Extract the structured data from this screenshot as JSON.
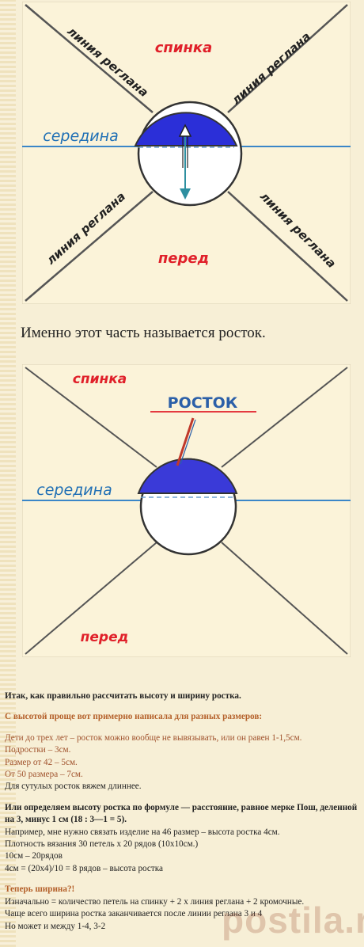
{
  "figure1": {
    "back_label": "спинка",
    "middle_label": "середина",
    "front_label": "перед",
    "raglan_label": "линия реглана"
  },
  "caption": "Именно этот часть называется росток.",
  "figure2": {
    "back_label": "спинка",
    "middle_label": "середина",
    "front_label": "перед",
    "rostok_label": "РОСТОК"
  },
  "article": {
    "intro": "Итак,  как правильно рассчитать высоту и ширину ростка.",
    "height_heading": "С высотой проще вот примерно написала для разных размеров:",
    "height_lines": [
      "Дети до трех лет – росток можно вообще не вывязывать, или он равен 1-1,5см.",
      "Подростки – 3см.",
      "Размер от 42 – 5см.",
      "От 50 размера – 7см."
    ],
    "stoop_note": "Для сутулых росток вяжем длиннее.",
    "formula_bold": "Или определяем высоту ростка по формуле — расстояние, равное мерке Пош, деленной на 3, минус 1 см (18 : 3—1 = 5).",
    "example_lines": [
      "Например, мне нужно связать изделие на 46 размер – высота ростка 4см.",
      "Плотность вязания 30 петель х 20 рядов (10х10см.)",
      "10см – 20рядов",
      "4см = (20х4)/10 = 8 рядов – высота ростка"
    ],
    "width_heading": "Теперь ширина?!",
    "width_lines": [
      "Изначально = количество петель на спинку + 2 х линия реглана + 2 кромочные.",
      "Чаще всего ширина ростка заканчивается после линии реглана 3 и 4",
      "Но может и между 1-4, 3-2"
    ]
  },
  "watermark": "postila.ru",
  "colors": {
    "page_bg": "#f7efd6",
    "label_red": "#e0202a",
    "label_blue": "#1f6fb5",
    "dome_blue": "#2b2fd8",
    "heading_brown": "#b4602a"
  }
}
